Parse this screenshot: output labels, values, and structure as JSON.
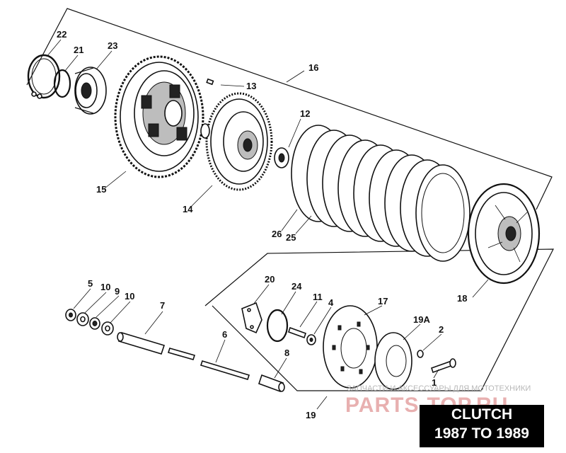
{
  "labels": {
    "p1": "1",
    "p2": "2",
    "p4": "4",
    "p5": "5",
    "p6": "6",
    "p7": "7",
    "p8": "8",
    "p9": "9",
    "p10a": "10",
    "p10b": "10",
    "p11": "11",
    "p12": "12",
    "p13": "13",
    "p14": "14",
    "p15": "15",
    "p16": "16",
    "p17": "17",
    "p18": "18",
    "p19": "19",
    "p19a": "19A",
    "p20": "20",
    "p21": "21",
    "p22": "22",
    "p23": "23",
    "p24": "24",
    "p25": "25",
    "p26": "26"
  },
  "watermark": {
    "text": "ЗАПЧАСТИ И АКСЕССУАРЫ ДЛЯ МОТОТЕХНИКИ",
    "logo": "PARTS-TOP.RU"
  },
  "caption": {
    "line1": "CLUTCH",
    "line2": "1987 TO 1989"
  }
}
